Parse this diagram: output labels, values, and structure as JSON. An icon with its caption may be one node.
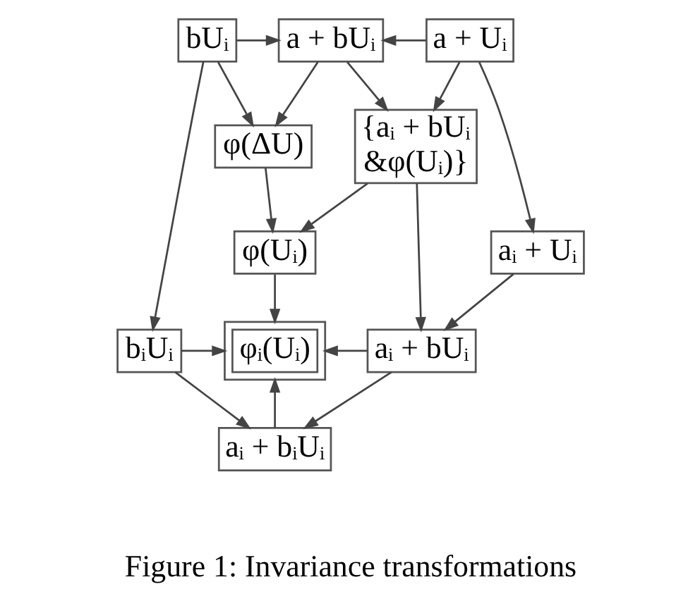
{
  "diagram": {
    "caption": "Figure 1: Invariance transformations",
    "nodes": [
      {
        "text": [
          "bUᵢ"
        ]
      },
      {
        "text": [
          "a + bUᵢ"
        ]
      },
      {
        "text": [
          "a + Uᵢ"
        ]
      },
      {
        "text": [
          "φ(ΔU)"
        ]
      },
      {
        "text": [
          "{aᵢ + bUᵢ &φ(Uᵢ)}"
        ]
      },
      {
        "text": [
          "aᵢ + Uᵢ"
        ]
      },
      {
        "text": [
          "φ(Uᵢ)"
        ]
      },
      {
        "text": [
          "bᵢUᵢ"
        ]
      },
      {
        "text": [
          "φᵢ(Uᵢ)"
        ]
      },
      {
        "text": [
          "aᵢ + bUᵢ"
        ]
      },
      {
        "text": [
          "aᵢ + bᵢUᵢ"
        ]
      }
    ],
    "edges": [
      {
        "from": 0,
        "to": 1,
        "arrow": "to"
      },
      {
        "from": 2,
        "to": 1,
        "arrow": "to"
      },
      {
        "from": 0,
        "to": 3,
        "arrow": "to"
      },
      {
        "from": 1,
        "to": 3,
        "arrow": "to"
      },
      {
        "from": 1,
        "to": 4,
        "arrow": "to"
      },
      {
        "from": 2,
        "to": 4,
        "arrow": "to"
      },
      {
        "from": 2,
        "to": 5,
        "arrow": "to"
      },
      {
        "from": 0,
        "to": 7,
        "arrow": "to"
      },
      {
        "from": 3,
        "to": 6,
        "arrow": "to"
      },
      {
        "from": 4,
        "to": 6,
        "arrow": "to"
      },
      {
        "from": 4,
        "to": 9,
        "arrow": "to"
      },
      {
        "from": 5,
        "to": 9,
        "arrow": "to"
      },
      {
        "from": 6,
        "to": 8,
        "arrow": "to"
      },
      {
        "from": 7,
        "to": 8,
        "arrow": "to"
      },
      {
        "from": 9,
        "to": 8,
        "arrow": "to"
      },
      {
        "from": 7,
        "to": 10,
        "arrow": "to"
      },
      {
        "from": 9,
        "to": 10,
        "arrow": "to"
      },
      {
        "from": 10,
        "to": 8,
        "arrow": "to"
      }
    ]
  }
}
